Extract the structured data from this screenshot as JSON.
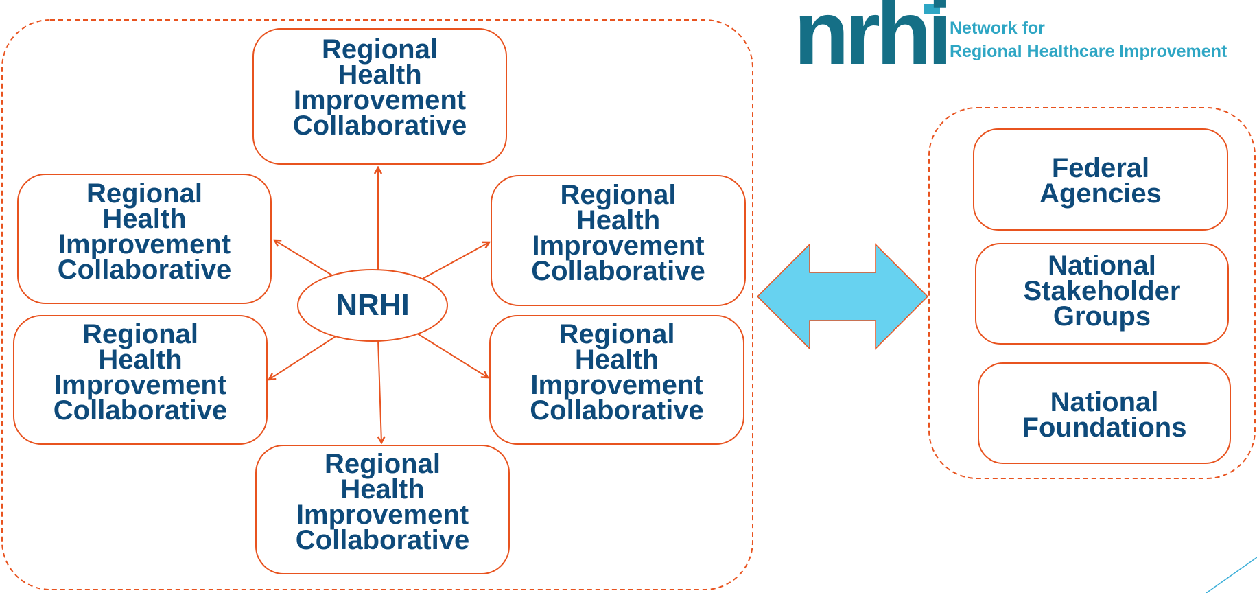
{
  "logo": {
    "wordmark": "nrhi",
    "line1": "Network for",
    "line2": "Regional Healthcare Improvement",
    "color_dark": "#156f86",
    "color_light": "#2ea6c4"
  },
  "hub": {
    "label": "NRHI"
  },
  "regional_boxes": [
    {
      "lines": [
        "Regional",
        "Health",
        "Improvement",
        "Collaborative"
      ]
    },
    {
      "lines": [
        "Regional",
        "Health",
        "Improvement",
        "Collaborative"
      ]
    },
    {
      "lines": [
        "Regional",
        "Health",
        "Improvement",
        "Collaborative"
      ]
    },
    {
      "lines": [
        "Regional",
        "Health",
        "Improvement",
        "Collaborative"
      ]
    },
    {
      "lines": [
        "Regional",
        "Health",
        "Improvement",
        "Collaborative"
      ]
    },
    {
      "lines": [
        "Regional",
        "Health",
        "Improvement",
        "Collaborative"
      ]
    }
  ],
  "partners": [
    {
      "lines": [
        "Federal",
        "Agencies"
      ]
    },
    {
      "lines": [
        "National",
        "Stakeholder",
        "Groups"
      ]
    },
    {
      "lines": [
        "National",
        "Foundations"
      ]
    }
  ],
  "colors": {
    "box_border": "#e8531f",
    "text": "#0e4a7a",
    "double_arrow_fill": "#67d2f0"
  },
  "icons": {
    "connector": "double-headed-arrow-icon",
    "spoke": "arrow-icon"
  }
}
